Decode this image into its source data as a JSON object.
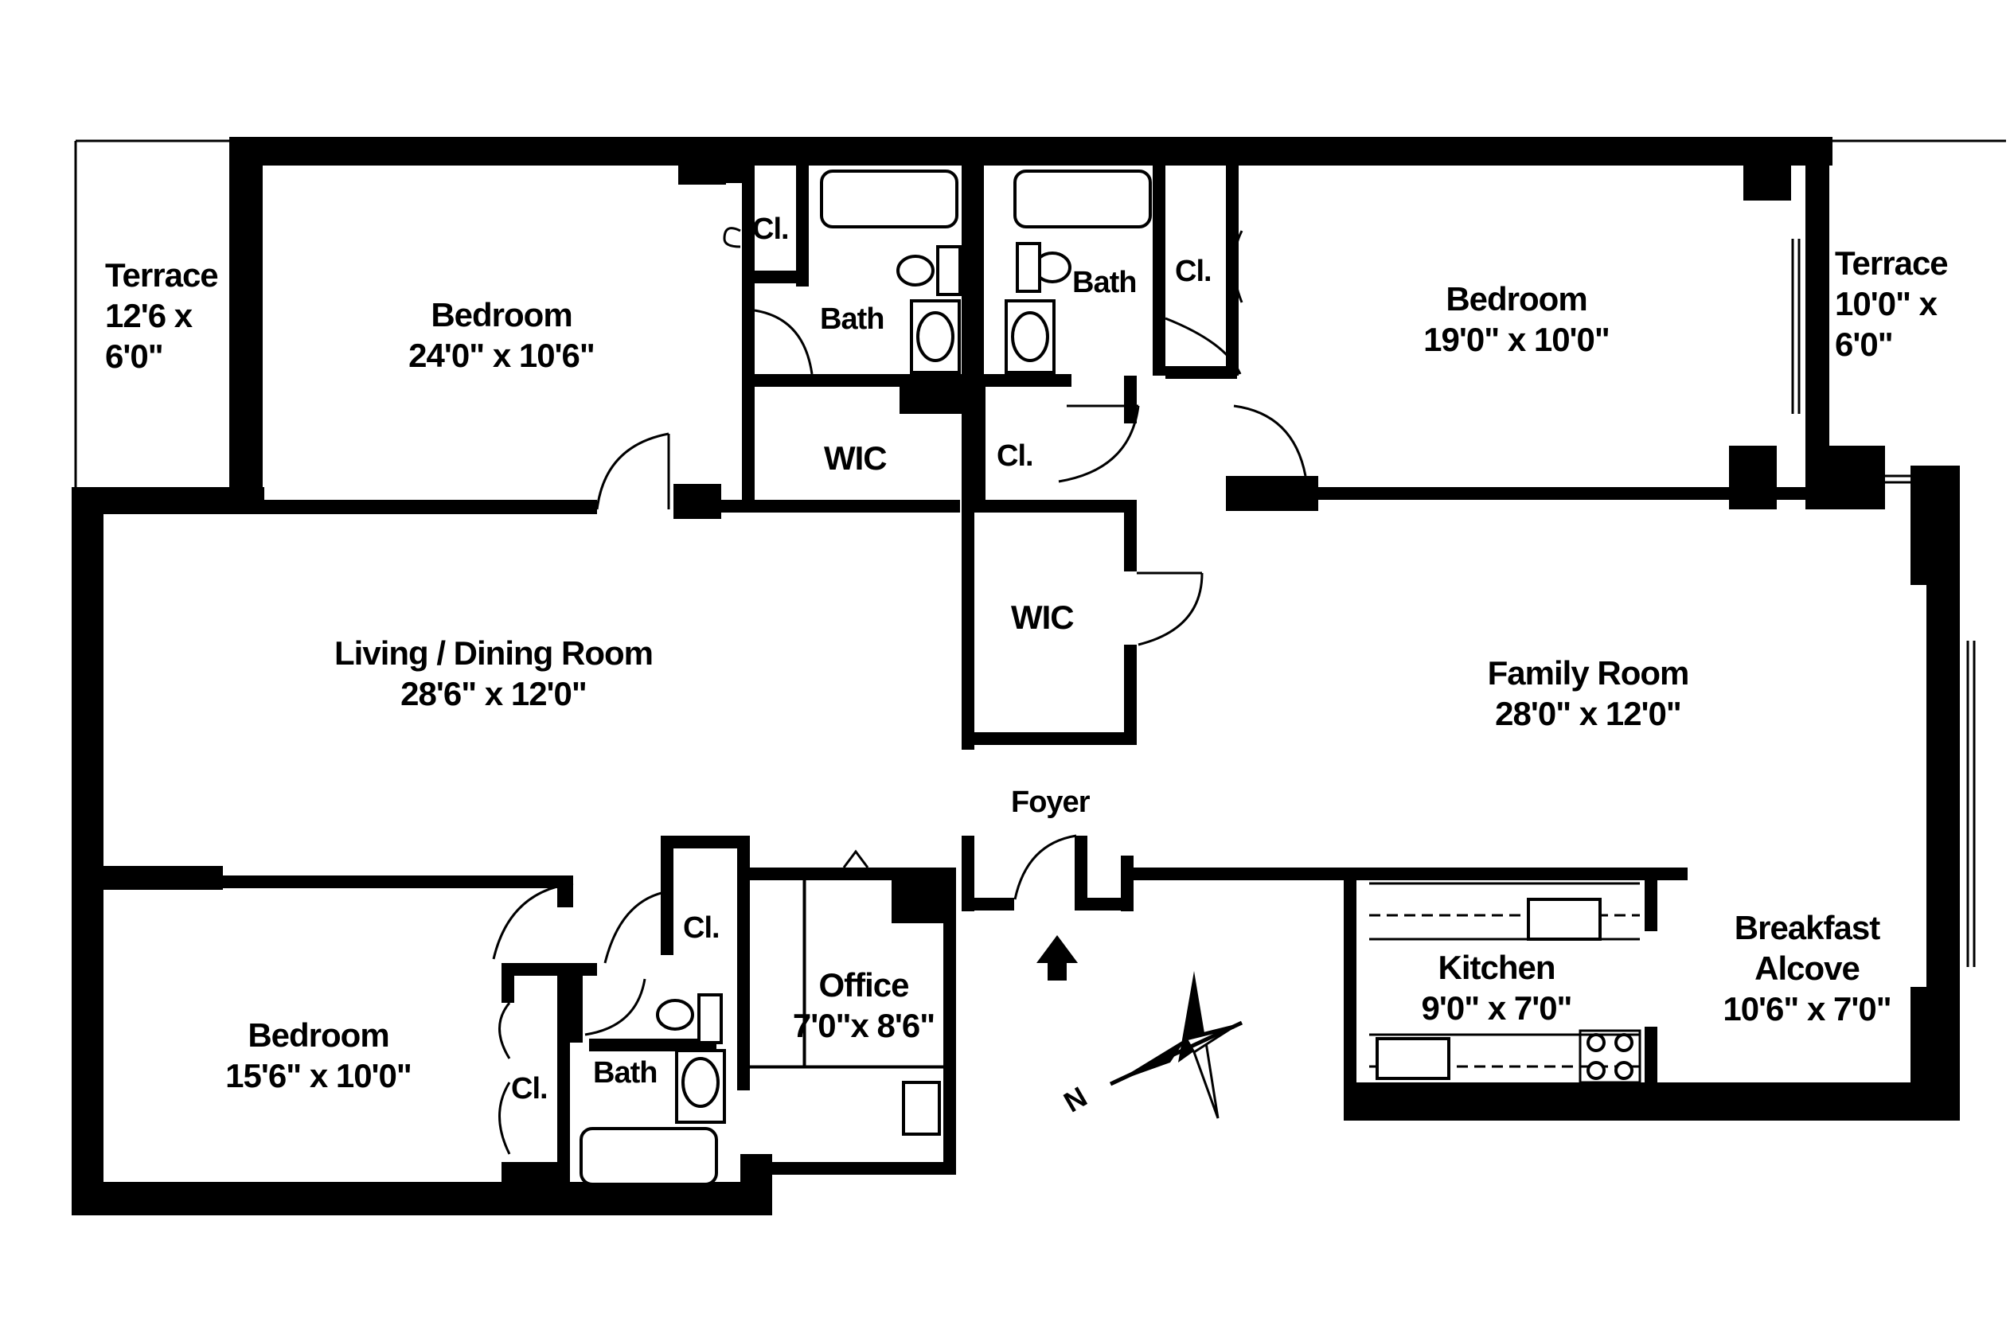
{
  "rooms": {
    "terrace_left": {
      "name": "Terrace",
      "dim_line1": "12'6 x",
      "dim_line2": "6'0\""
    },
    "bedroom_nw": {
      "name": "Bedroom",
      "dim": "24'0\" x 10'6\""
    },
    "closet_nw": {
      "name": "Cl."
    },
    "bath_north_left": {
      "name": "Bath"
    },
    "wic_north": {
      "name": "WIC"
    },
    "bath_north_right": {
      "name": "Bath"
    },
    "closet_north_center": {
      "name": "Cl."
    },
    "closet_ne": {
      "name": "Cl."
    },
    "bedroom_ne": {
      "name": "Bedroom",
      "dim": "19'0\" x 10'0\""
    },
    "terrace_right": {
      "name": "Terrace",
      "dim_line1": "10'0\" x",
      "dim_line2": "6'0\""
    },
    "living_dining": {
      "name": "Living / Dining Room",
      "dim": "28'6\" x 12'0\""
    },
    "wic_center": {
      "name": "WIC"
    },
    "family_room": {
      "name": "Family Room",
      "dim": "28'0\" x 12'0\""
    },
    "foyer": {
      "name": "Foyer"
    },
    "bedroom_sw": {
      "name": "Bedroom",
      "dim": "15'6\" x 10'0\""
    },
    "closet_sw": {
      "name": "Cl."
    },
    "closet_south": {
      "name": "Cl."
    },
    "bath_south": {
      "name": "Bath"
    },
    "office": {
      "name": "Office",
      "dim": "7'0\"x 8'6\""
    },
    "kitchen": {
      "name": "Kitchen",
      "dim": "9'0\" x 7'0\""
    },
    "breakfast_alcove": {
      "name_line1": "Breakfast",
      "name_line2": "Alcove",
      "dim": "10'6\" x 7'0\""
    }
  },
  "compass": {
    "north_label": "N"
  },
  "entry_arrow": "up-arrow-icon"
}
